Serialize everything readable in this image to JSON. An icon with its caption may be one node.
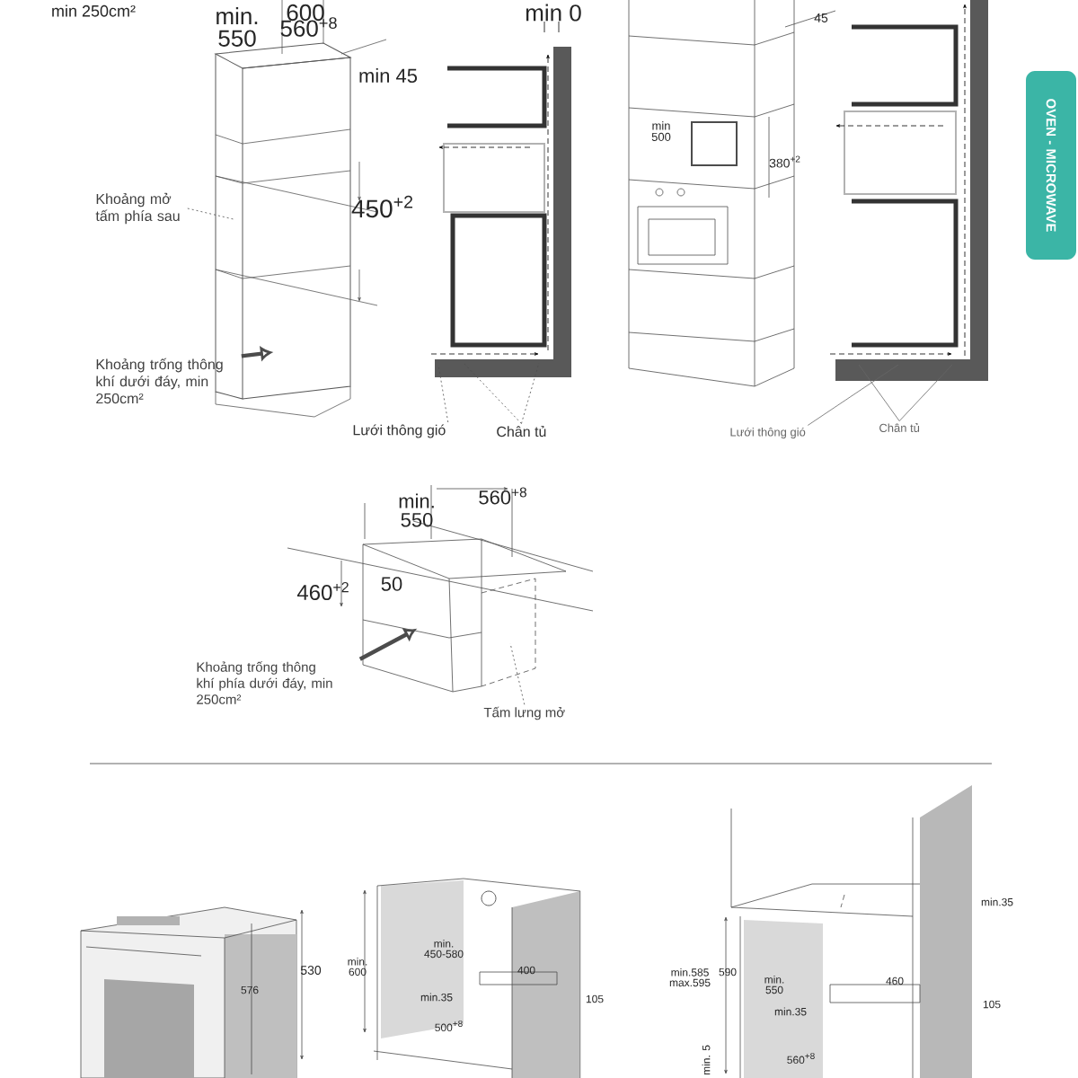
{
  "diagram": {
    "nodes": [
      {
        "text": [
          "Khoảng mở tấm phía sau"
        ]
      },
      {
        "text": [
          "Khoảng trống thông khí dưới đáy, min 250cm²"
        ]
      },
      {
        "text": [
          "Lưới thông gió"
        ]
      },
      {
        "text": [
          "Chân tủ"
        ]
      },
      {
        "text": [
          "Lưới thông gió"
        ]
      },
      {
        "text": [
          "Chân tủ"
        ]
      },
      {
        "text": [
          "Khoảng trống thông khí phía dưới đáy, min 250cm²"
        ]
      },
      {
        "text": [
          "Tấm lưng mở"
        ]
      },
      {
        "text": [
          "OVEN - MICROWAVE"
        ]
      }
    ],
    "edges": [
      {
        "from": 0,
        "to": null,
        "arrow": "none",
        "style": "dashed"
      },
      {
        "from": 1,
        "to": null,
        "arrow": "to",
        "style": "thick"
      },
      {
        "from": 2,
        "to": null,
        "arrow": "none",
        "style": "dashed"
      },
      {
        "from": 3,
        "to": null,
        "arrow": "none",
        "style": "dashed"
      },
      {
        "from": 3,
        "to": null,
        "arrow": "none",
        "style": "dashed"
      },
      {
        "from": 4,
        "to": null,
        "arrow": "none"
      },
      {
        "from": 5,
        "to": null,
        "arrow": "none"
      },
      {
        "from": 5,
        "to": null,
        "arrow": "none"
      },
      {
        "from": 6,
        "to": null,
        "arrow": "to",
        "style": "thick"
      },
      {
        "from": 7,
        "to": null,
        "arrow": "none",
        "style": "dashed"
      }
    ],
    "labels": [
      "min 250cm²",
      "600",
      "min. 550",
      "560$^{+8}$",
      "min 45",
      "450$^{+2}$",
      "min 0",
      "45",
      "min 500",
      "380$^{+2}$",
      "min. 550",
      "560$^{+8}$",
      "460$^{+2}$",
      "50",
      "576",
      "530",
      "min. 600",
      "min. 450-580",
      "400",
      "min.35",
      "105",
      "500$^{+8}$",
      "min.35",
      "min.585 max.595",
      "590",
      "min. 550",
      "460",
      "105",
      "min.35",
      "560$^{+8}$",
      "min. 5"
    ]
  }
}
